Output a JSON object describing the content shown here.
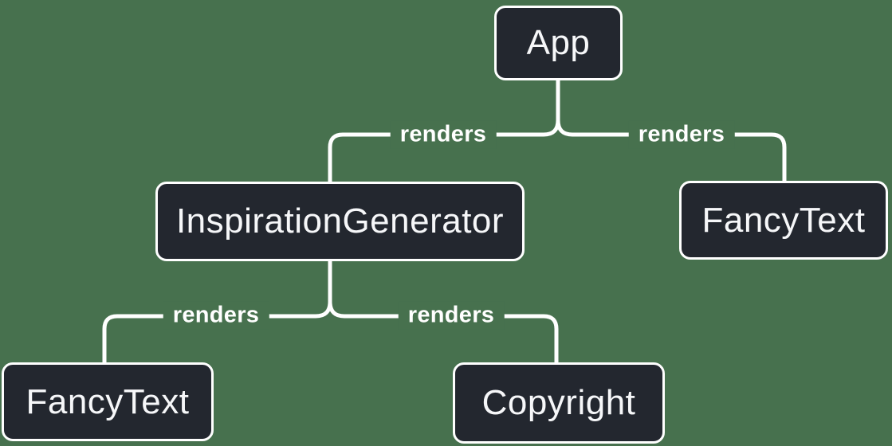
{
  "diagram": {
    "description": "React component render tree",
    "colors": {
      "background": "#47714E",
      "node_fill": "#23272F",
      "node_border": "#FFFFFF",
      "node_text": "#F6F7F9",
      "edge_line": "#FFFFFF",
      "edge_label_text": "#FFFFFF"
    },
    "nodes": [
      {
        "id": "app",
        "label": "App"
      },
      {
        "id": "inspiration-generator",
        "label": "InspirationGenerator"
      },
      {
        "id": "fancy-text-top-right",
        "label": "FancyText"
      },
      {
        "id": "fancy-text-bottom-left",
        "label": "FancyText"
      },
      {
        "id": "copyright",
        "label": "Copyright"
      }
    ],
    "edges": [
      {
        "from": "App",
        "to": "InspirationGenerator",
        "label": "renders"
      },
      {
        "from": "App",
        "to": "FancyText",
        "label": "renders"
      },
      {
        "from": "InspirationGenerator",
        "to": "FancyText",
        "label": "renders"
      },
      {
        "from": "InspirationGenerator",
        "to": "Copyright",
        "label": "renders"
      }
    ]
  }
}
